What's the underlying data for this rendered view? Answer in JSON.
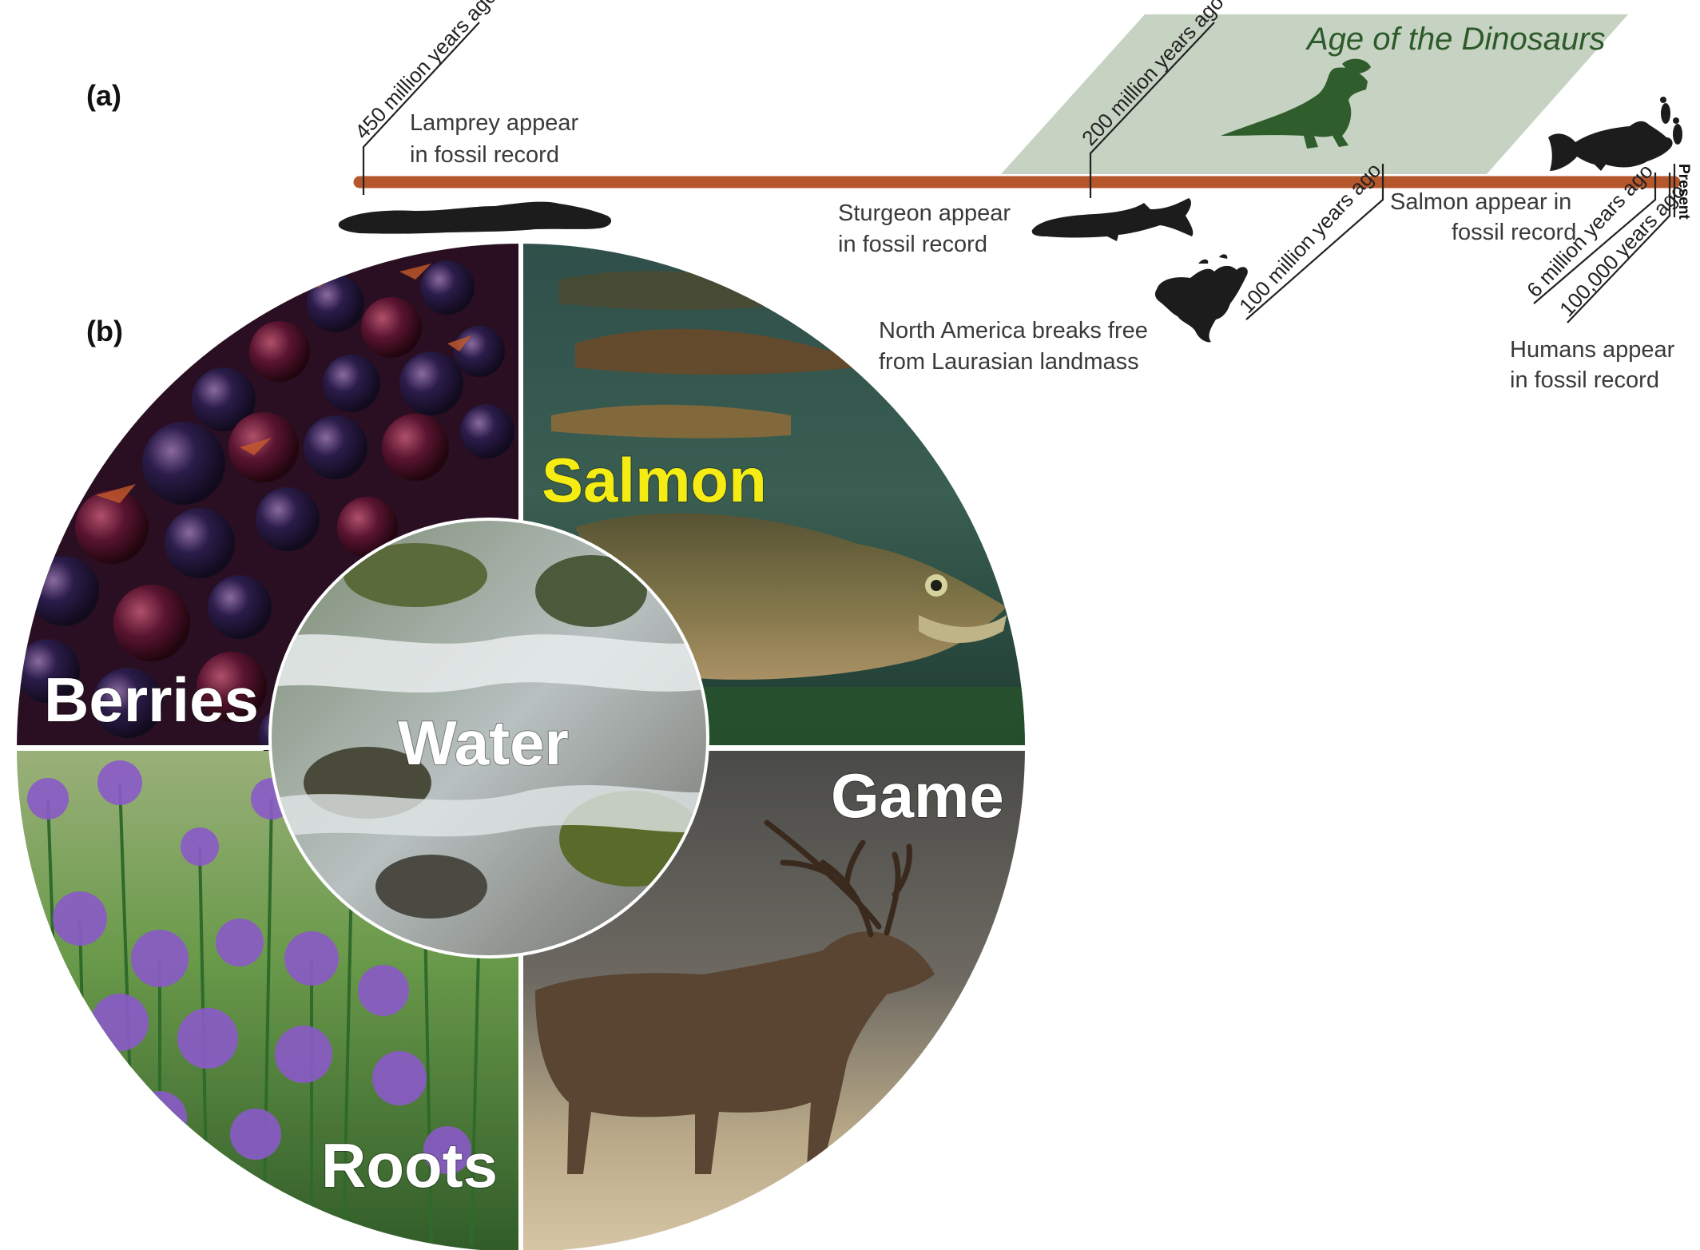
{
  "panels": {
    "a": "(a)",
    "b": "(b)"
  },
  "timeline": {
    "era_label": "Age of the Dinosaurs",
    "present_label": "Present",
    "ticks": {
      "t450": "450 million years ago",
      "t200": "200 million years ago",
      "t100": "100 million years ago",
      "t6": "6 million years ago",
      "t100k": "100,000 years ago"
    },
    "events": {
      "lamprey": [
        "Lamprey appear",
        "in fossil record"
      ],
      "sturgeon": [
        "Sturgeon appear",
        "in fossil record"
      ],
      "salmon": [
        "Salmon appear in",
        "fossil record"
      ],
      "north_america": [
        "North America breaks free",
        "from Laurasian landmass"
      ],
      "humans": [
        "Humans appear",
        "in fossil record"
      ]
    },
    "colors": {
      "bar": "#b5562b",
      "era": "#c6d2c2",
      "dino": "#2f5e2c",
      "silhouette": "#1c1c1c"
    },
    "icons": [
      "lamprey-silhouette",
      "sturgeon-silhouette",
      "dinosaur-silhouette",
      "salmon-silhouette",
      "north-america-map",
      "footprints-icon"
    ]
  },
  "wheel": {
    "labels": {
      "berries": "Berries",
      "salmon": "Salmon",
      "water": "Water",
      "game": "Game",
      "roots": "Roots"
    },
    "colors": {
      "salmon_label": "#f4ec12",
      "berries": "#3a1a3a",
      "salmon_bg": "#345a55",
      "roots": "#5a8a3a",
      "game": "#6a5a48",
      "water": "#a8b0b0"
    }
  }
}
